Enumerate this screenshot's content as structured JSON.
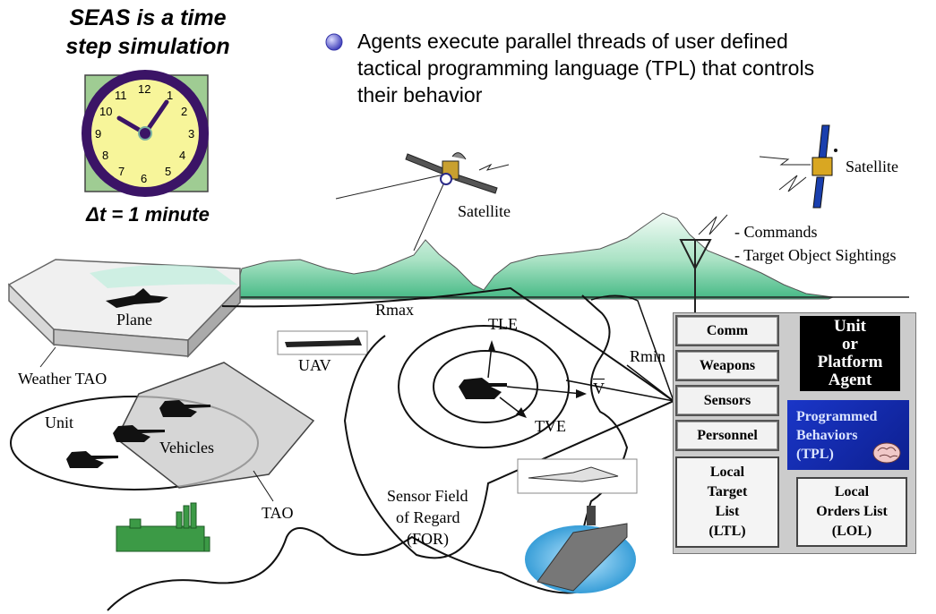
{
  "title": {
    "line1": "SEAS is a time",
    "line2": "step simulation",
    "delta": "Δt = 1 minute"
  },
  "clock": {
    "numbers": [
      "12",
      "1",
      "2",
      "3",
      "4",
      "5",
      "6",
      "7",
      "8",
      "9",
      "10",
      "11"
    ],
    "colors": {
      "frame": "#9fcc93",
      "ring": "#3b1466",
      "face": "#f7f59a",
      "hand": "#3b1466"
    }
  },
  "bullet": {
    "line1": "Agents execute parallel threads of user defined",
    "line2": "tactical programming language (TPL) that controls",
    "line3": "their behavior",
    "color": "#5b5bd6"
  },
  "labels": {
    "satellite_center": "Satellite",
    "satellite_right": "Satellite",
    "commands": "-  Commands",
    "sightings": "-  Target Object Sightings",
    "plane": "Plane",
    "weather_tao": "Weather TAO",
    "uav": "UAV",
    "rmax": "Rmax",
    "rmin": "Rmin",
    "tle": "TLE",
    "tve": "TVE",
    "v": "V",
    "unit": "Unit",
    "vehicles": "Vehicles",
    "tao": "TAO",
    "sensor_line1": "Sensor Field",
    "sensor_line2": "of Regard",
    "sensor_line3": "(FOR)"
  },
  "agent": {
    "components": [
      "Comm",
      "Weapons",
      "Sensors",
      "Personnel"
    ],
    "ltl": "Local\nTarget\nList\n(LTL)",
    "unit_agent": "Unit\nor\nPlatform\nAgent",
    "programmed": "Programmed\nBehaviors\n(TPL)",
    "lol": "Local\nOrders List\n(LOL)"
  },
  "colors": {
    "mountains": "#4fc08f",
    "mountains_light": "#e6f7ee",
    "factory": "#3c9a46",
    "sea": "#2aa6e0"
  }
}
